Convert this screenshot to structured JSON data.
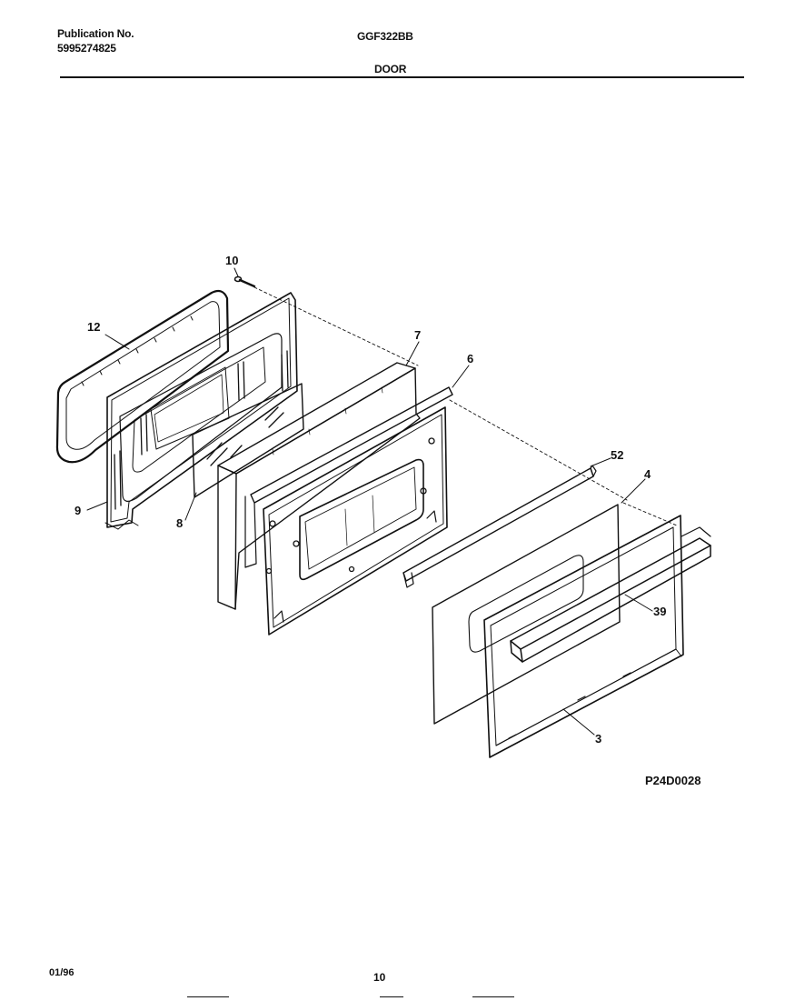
{
  "header": {
    "publication_label": "Publication No.",
    "publication_number": "5995274825",
    "model": "GGF322BB",
    "section_title": "DOOR"
  },
  "callouts": [
    "10",
    "12",
    "7",
    "6",
    "9",
    "8",
    "52",
    "4",
    "39",
    "3"
  ],
  "drawing_id": "P24D0028",
  "footer": {
    "date": "01/96",
    "page_number": "10"
  }
}
